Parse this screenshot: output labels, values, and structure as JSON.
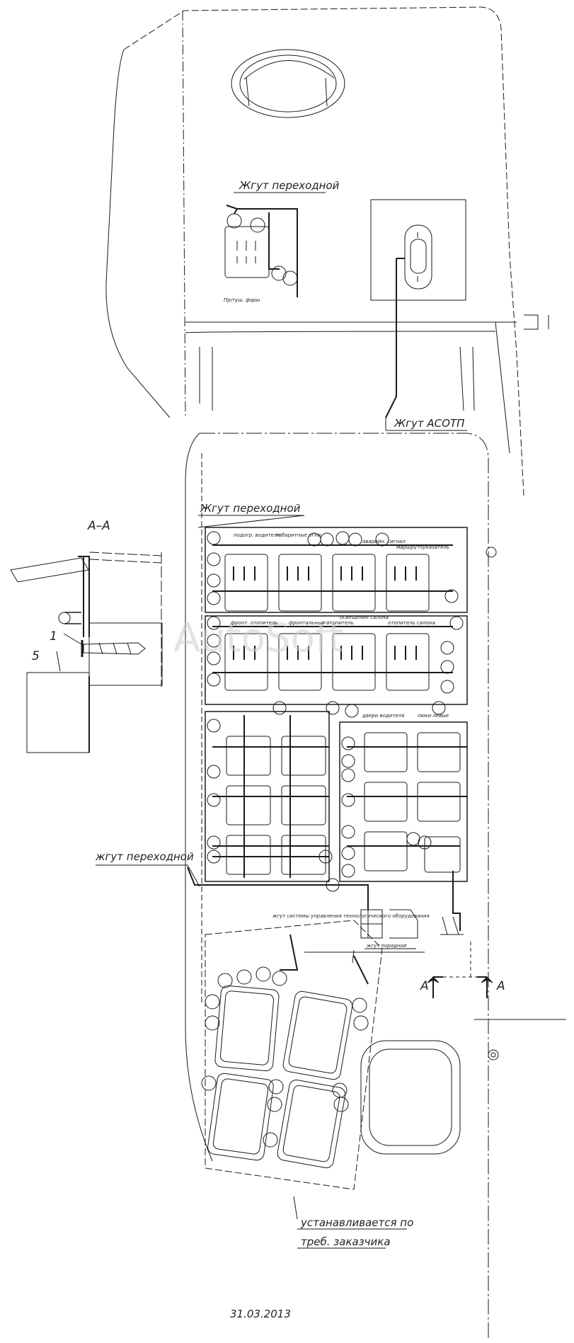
{
  "labels": {
    "harness_transition_top": "Жгут переходной",
    "headlight_switch": "Пр/туш. фары",
    "harness_asotp": "Жгут АСОТП",
    "harness_transition_panel": "Жгут переходной",
    "harness_transition_left": "жгут переходной",
    "harness_floor": "жгут порядной",
    "harness_tech_system": "жгут системы управления технологического оборудования",
    "installed_by_request_line1": "устанавливается по",
    "installed_by_request_line2": "треб. заказчика",
    "date": "31.03.2013",
    "section_aa": "А–А",
    "section_mark_left": "А",
    "section_mark_right": "А",
    "callout_1": "1",
    "callout_5": "5",
    "watermark": "AutoSoft"
  },
  "switch_labels": [
    "подогр. водителя",
    "габаритные огни",
    "аварийн. сигнал",
    "маршрутоуказатель",
    "фронт. отопитель",
    "фронтальный отопитель",
    "освещение салона",
    "отопитель салона",
    "двери водителя",
    "люки левые"
  ]
}
